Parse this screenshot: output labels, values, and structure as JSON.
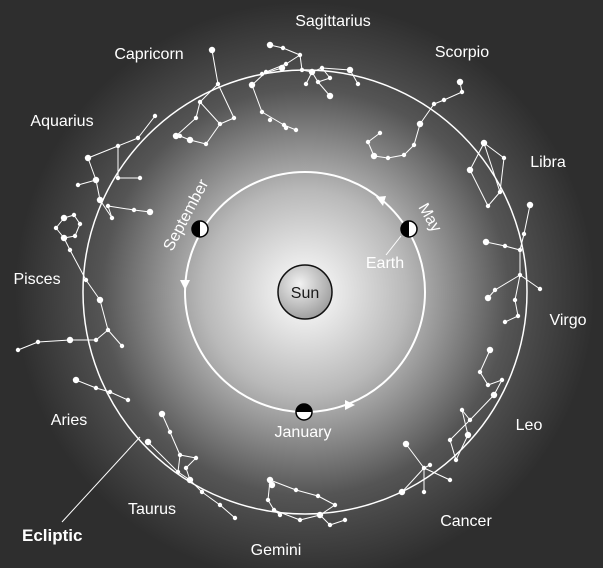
{
  "center_label": "Sun",
  "earth_label": "Earth",
  "months": {
    "may": "May",
    "september": "September",
    "january": "January"
  },
  "ecliptic_label": "Ecliptic",
  "zodiac": {
    "sagittarius": "Sagittarius",
    "scorpio": "Scorpio",
    "libra": "Libra",
    "virgo": "Virgo",
    "leo": "Leo",
    "cancer": "Cancer",
    "gemini": "Gemini",
    "taurus": "Taurus",
    "aries": "Aries",
    "pisces": "Pisces",
    "aquarius": "Aquarius",
    "capricorn": "Capricorn"
  },
  "colors": {
    "background": "#2e2e2e",
    "glow": "#e8e8e8",
    "line": "#ffffff"
  }
}
